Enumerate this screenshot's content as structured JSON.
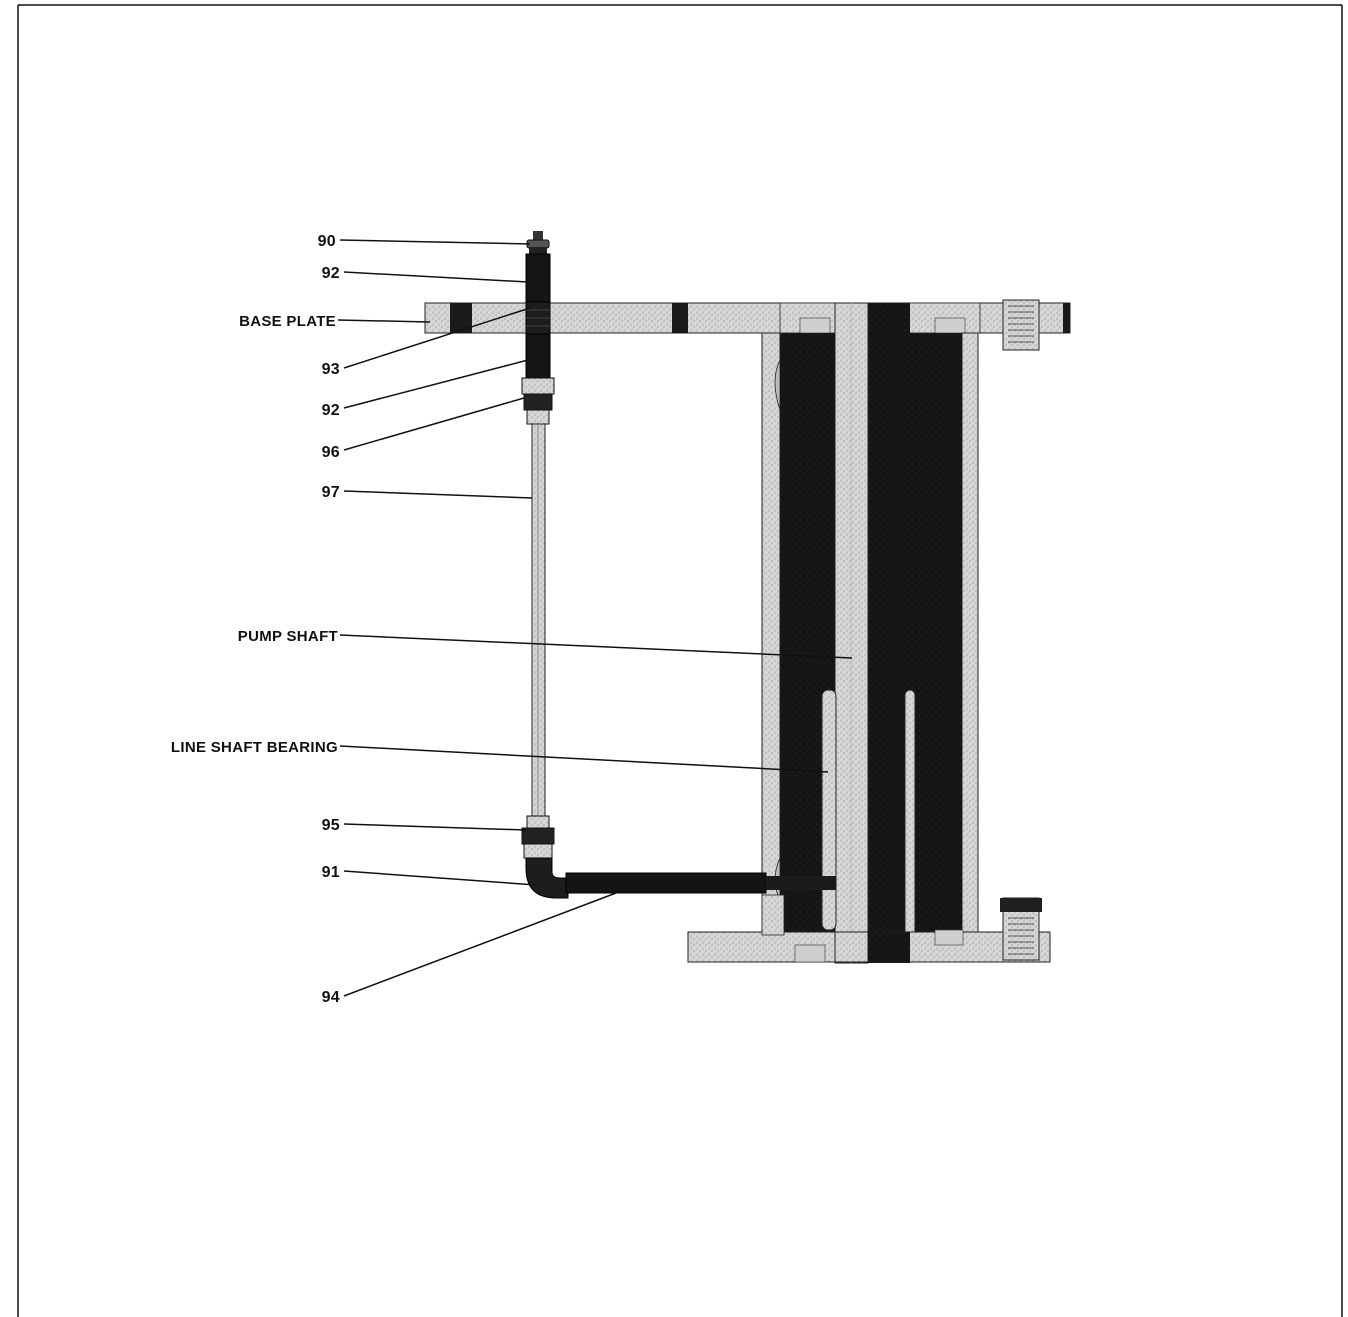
{
  "labels": {
    "p90": "90",
    "p92_top": "92",
    "base_plate": "BASE PLATE",
    "p93": "93",
    "p92_bottom": "92",
    "p96": "96",
    "p97": "97",
    "pump_shaft": "PUMP SHAFT",
    "line_shaft_bearing": "LINE SHAFT BEARING",
    "p95": "95",
    "p91": "91",
    "p94": "94"
  },
  "colors": {
    "ink": "#111111",
    "metal_light": "#d9d9d9",
    "metal_mid": "#bdbdbd",
    "dark_fill": "#141414"
  }
}
